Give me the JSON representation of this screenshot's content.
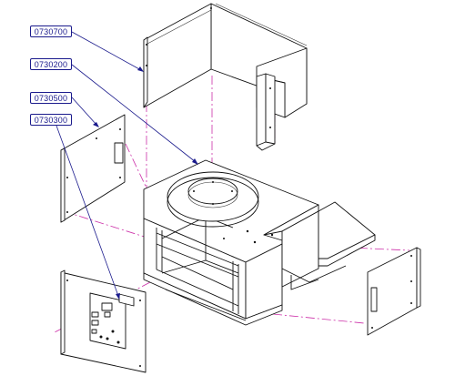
{
  "callouts": [
    {
      "label": "0730700"
    },
    {
      "label": "0730200"
    },
    {
      "label": "0730500"
    },
    {
      "label": "0730300"
    }
  ],
  "colors": {
    "callout": "#1a1a8c",
    "centerline": "#cc2fa8",
    "linework": "#111111",
    "background": "#ffffff"
  }
}
